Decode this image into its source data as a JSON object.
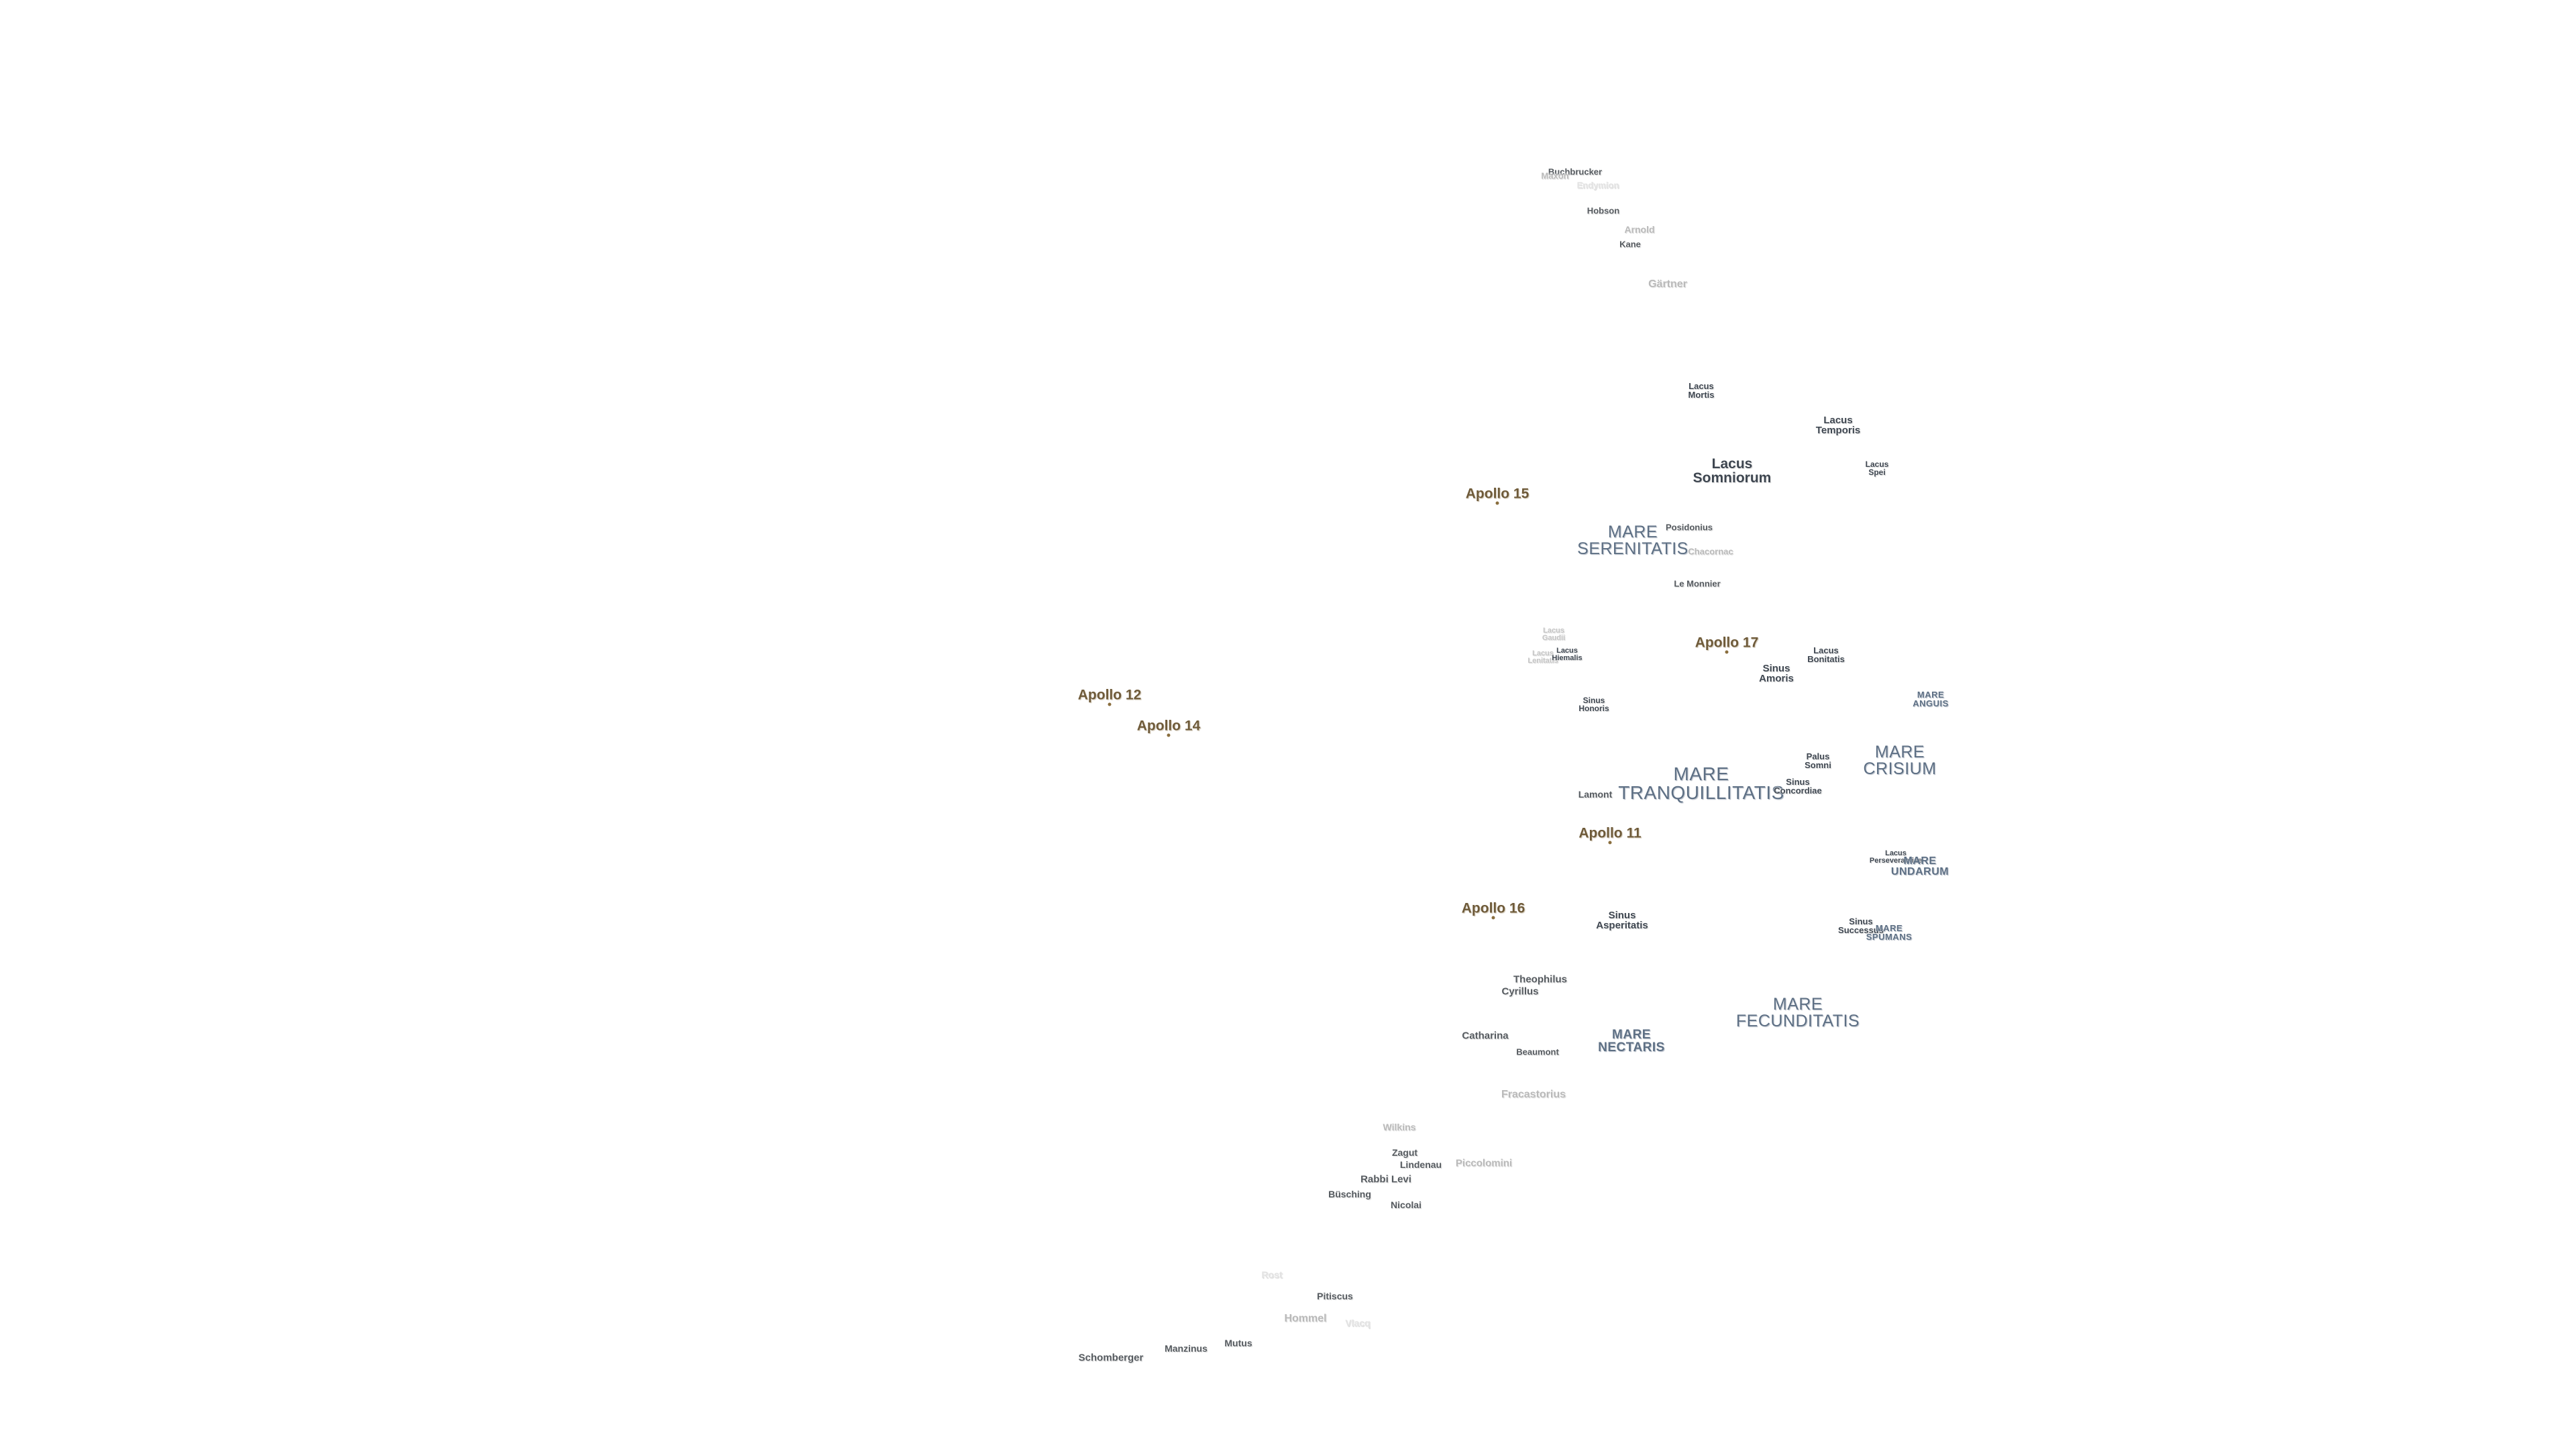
{
  "colors": {
    "background": "#ffffff",
    "crater_label": "#555a5f",
    "mare_label": "#5d6f84",
    "apollo_label": "#6e5a39"
  },
  "labels": {
    "mare_serenitatis": "MARE\nSERENITATIS",
    "mare_tranquillitatis": "MARE\nTRANQUILLITATIS",
    "mare_crisium": "MARE\nCRISIUM",
    "mare_fecunditatis": "MARE\nFECUNDITATIS",
    "mare_nectaris": "MARE\nNECTARIS",
    "mare_anguis": "MARE\nANGUIS",
    "mare_undarum": "MARE\nUNDARUM",
    "mare_spumans": "MARE\nSPUMANS",
    "lacus_somniorum": "Lacus\nSomniorum",
    "lacus_mortis": "Lacus\nMortis",
    "lacus_temporis": "Lacus\nTemporis",
    "lacus_spei": "Lacus\nSpei",
    "lacus_bonitatis": "Lacus\nBonitatis",
    "lacus_gaudii": "Lacus\nGaudii",
    "lacus_hiemalis": "Lacus\nHiemalis",
    "lacus_lenitatis": "Lacus\nLenitatis",
    "lacus_perseverantiae": "Lacus\nPerseverantiae",
    "sinus_amoris": "Sinus\nAmoris",
    "sinus_honoris": "Sinus\nHonoris",
    "sinus_concordiae": "Sinus\nConcordiae",
    "sinus_asperitatis": "Sinus\nAsperitatis",
    "sinus_successus": "Sinus\nSuccessus",
    "palus_somni": "Palus\nSomni",
    "apollo_15": "Apollo 15",
    "apollo_17": "Apollo 17",
    "apollo_12": "Apollo 12",
    "apollo_14": "Apollo 14",
    "apollo_11": "Apollo 11",
    "apollo_16": "Apollo 16",
    "bucharest": "Buchbrucker",
    "maxon": "Maxon",
    "endymion": "Endymion",
    "hoboe": "Hobson",
    "arnold": "Arnold",
    "kane": "Kane",
    "gartner": "Gärtner",
    "posidonius": "Posidonius",
    "chacornac": "Chacornac",
    "le_monnier": "Le Monnier",
    "lamont": "Lamont",
    "theophilus": "Theophilus",
    "cyrillus": "Cyrillus",
    "catharina": "Catharina",
    "beaumont": "Beaumont",
    "fracastorius": "Fracastorius",
    "wilkins": "Wilkins",
    "zagut": "Zagut",
    "lindenau": "Lindenau",
    "piccolomini": "Piccolomini",
    "rabbi_levi": "Rabbi Levi",
    "buesching": "Büsching",
    "nicolai": "Nicolai",
    "rost": "Rost",
    "pitiscus": "Pitiscus",
    "hommel": "Hommel",
    "vlacq": "Vlacq",
    "schomberger": "Schomberger",
    "manzinus": "Manzinus",
    "mutus": "Mutus"
  }
}
